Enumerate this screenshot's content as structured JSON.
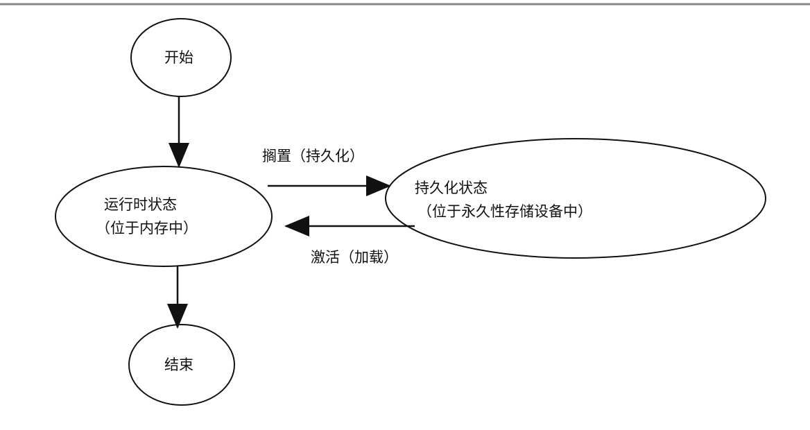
{
  "nodes": {
    "start": {
      "label": "开始"
    },
    "runtime": {
      "line1": "运行时状态",
      "line2": "（位于内存中）"
    },
    "persistent": {
      "line1": "持久化状态",
      "line2": "（位于永久性存储设备中）"
    },
    "end": {
      "label": "结束"
    }
  },
  "edges": {
    "persist": {
      "label": "搁置（持久化）"
    },
    "activate": {
      "label": "激活（加载）"
    }
  }
}
